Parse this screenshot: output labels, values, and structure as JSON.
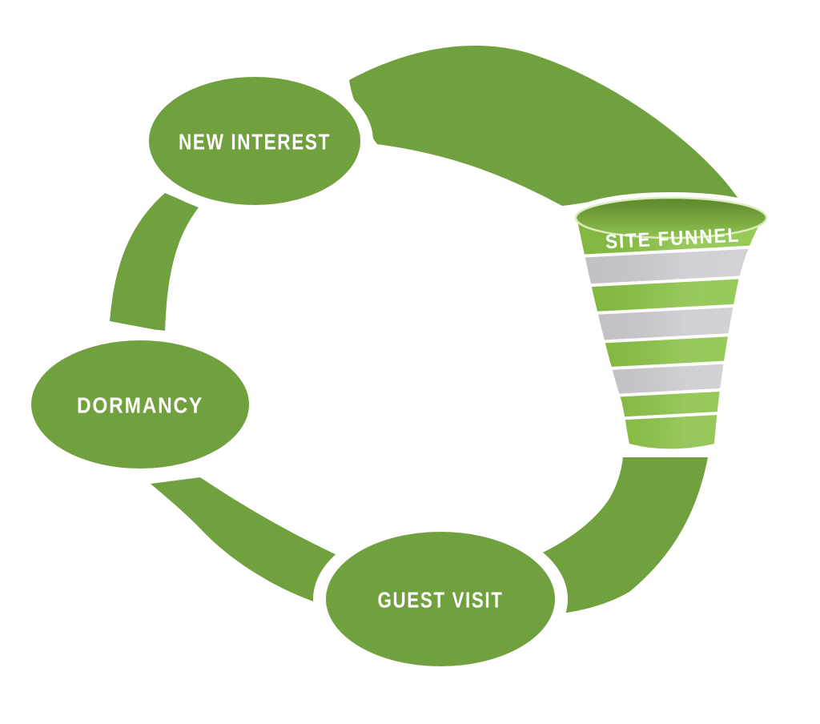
{
  "diagram": {
    "type": "marketing-cycle-with-funnel",
    "nodes": [
      {
        "id": "new-interest",
        "label": "NEW INTEREST"
      },
      {
        "id": "dormancy",
        "label": "DORMANCY"
      },
      {
        "id": "guest-visit",
        "label": "GUEST VISIT"
      }
    ],
    "funnel": {
      "label": "SITE FUNNEL",
      "stripe_pattern": [
        "green",
        "gray",
        "green",
        "gray",
        "green",
        "gray",
        "green",
        "green"
      ]
    },
    "colors": {
      "background": "#FFFFFF",
      "ring_green": "#70A13E",
      "halo_white": "#FFFFFF",
      "funnel_green_dark": "#7DB23A",
      "funnel_green_light": "#9BD05A",
      "funnel_gray_dark": "#BEBDC4",
      "funnel_gray_light": "#D7D6DB",
      "rim_dark": "#5C872B",
      "rim_light": "#90C350",
      "rim_lip": "#DCEBBB",
      "label_text": "#FFFFFF"
    }
  }
}
